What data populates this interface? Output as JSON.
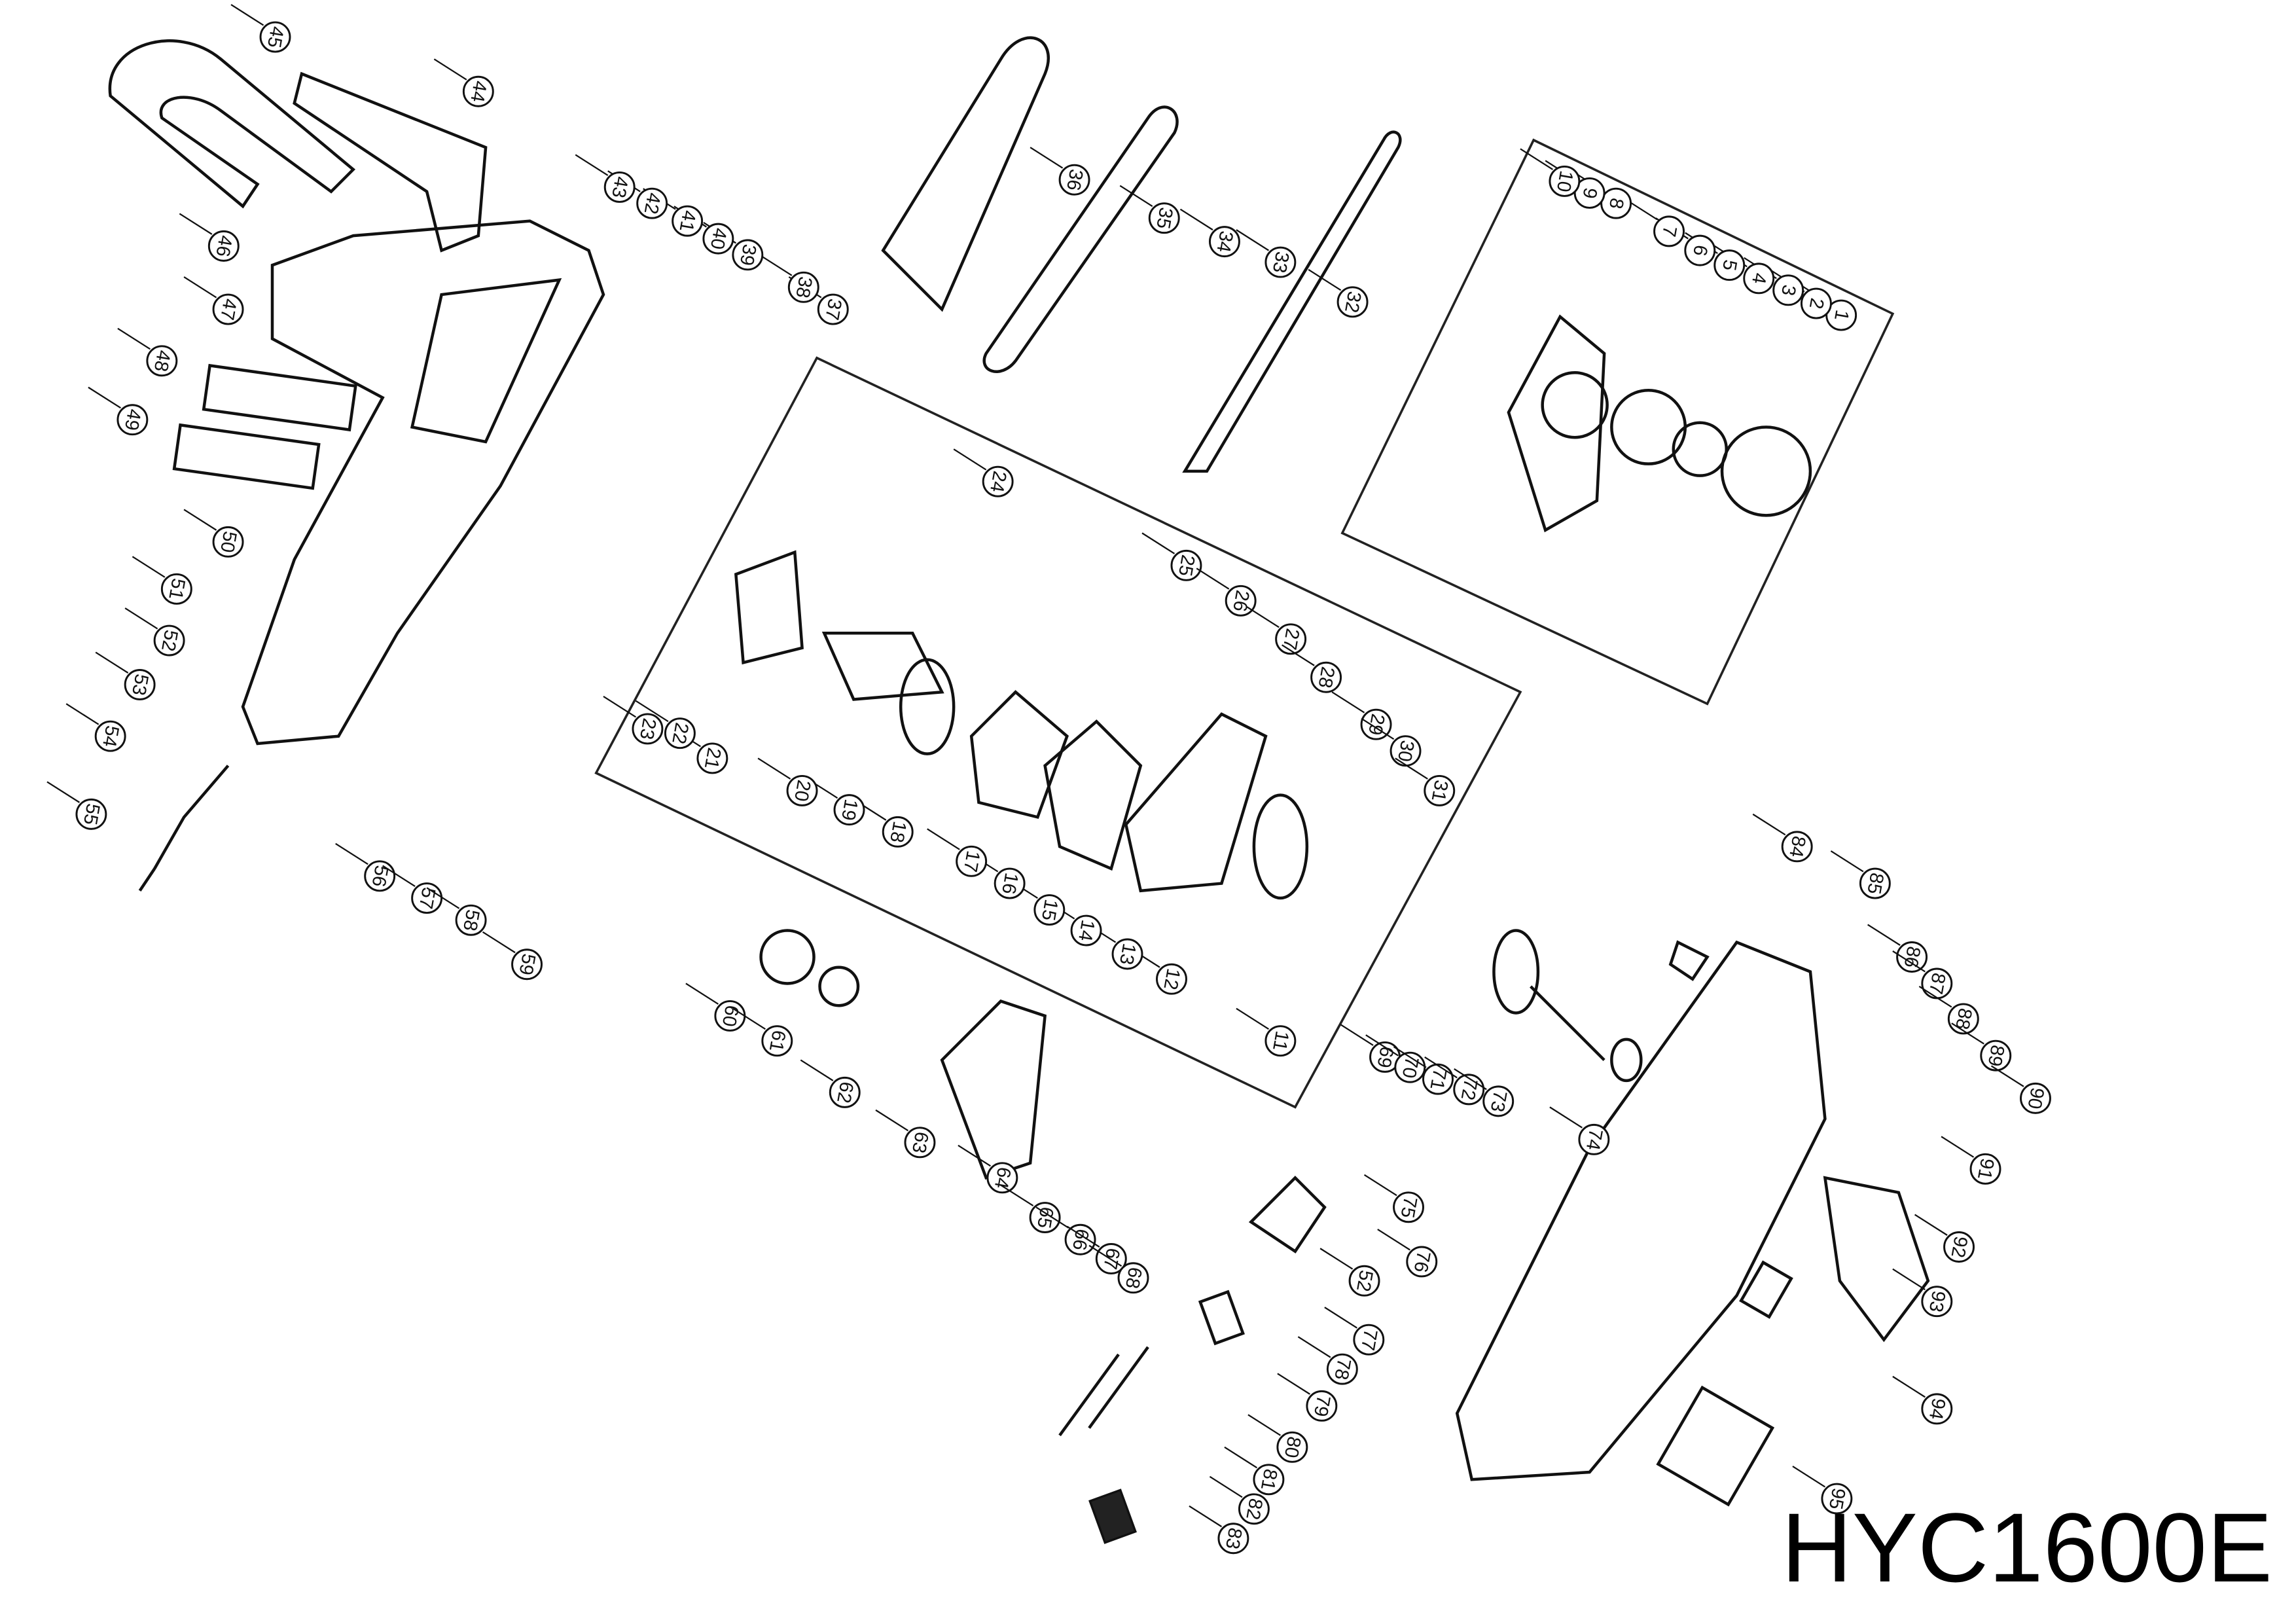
{
  "model": "HYC1600E",
  "callouts": [
    "1",
    "2",
    "3",
    "4",
    "5",
    "6",
    "7",
    "8",
    "9",
    "10",
    "11",
    "12",
    "13",
    "14",
    "15",
    "16",
    "17",
    "18",
    "19",
    "20",
    "21",
    "22",
    "23",
    "24",
    "25",
    "26",
    "27",
    "28",
    "29",
    "30",
    "31",
    "32",
    "33",
    "34",
    "35",
    "36",
    "37",
    "38",
    "39",
    "40",
    "41",
    "42",
    "43",
    "44",
    "45",
    "46",
    "47",
    "48",
    "49",
    "50",
    "51",
    "52",
    "53",
    "54",
    "55",
    "56",
    "57",
    "58",
    "59",
    "60",
    "61",
    "62",
    "63",
    "64",
    "65",
    "66",
    "67",
    "68",
    "69",
    "70",
    "71",
    "72",
    "73",
    "74",
    "75",
    "76",
    "52b",
    "77",
    "78",
    "79",
    "80",
    "81",
    "82",
    "83",
    "84",
    "85",
    "86",
    "87",
    "88",
    "89",
    "90",
    "91",
    "92",
    "93",
    "94",
    "95"
  ],
  "callout_text": {
    "52b": "52"
  }
}
